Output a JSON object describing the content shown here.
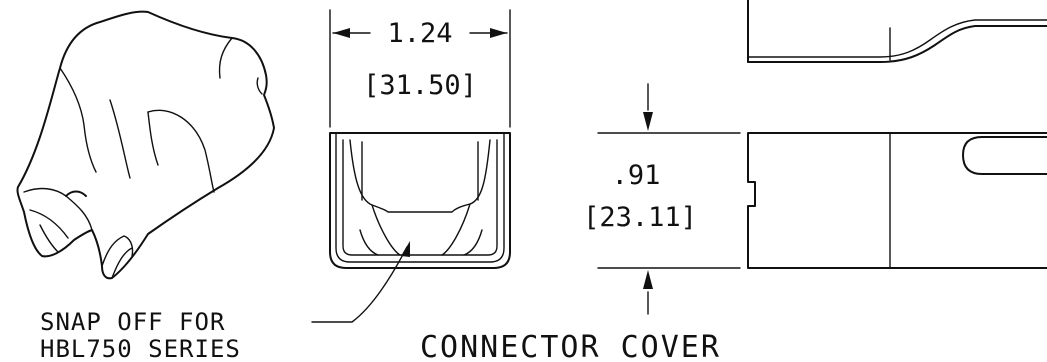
{
  "drawing": {
    "title": "CONNECTOR COVER",
    "note": {
      "line1": "SNAP OFF FOR",
      "line2": "HBL750 SERIES"
    },
    "width_dimension": {
      "inches": "1.24",
      "millimeters": "[31.50]"
    },
    "height_dimension": {
      "inches": ".91",
      "millimeters": "[23.11]"
    }
  }
}
